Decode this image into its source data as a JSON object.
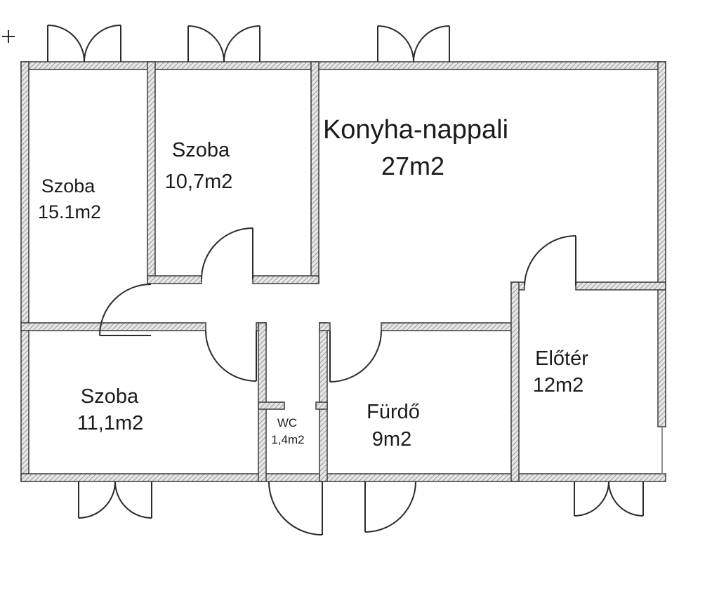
{
  "page": {
    "type": "apartment-floor-plan",
    "language": "hu"
  },
  "rooms": [
    {
      "name": "Szoba",
      "area": "15.1m2"
    },
    {
      "name": "Szoba",
      "area": "10,7m2"
    },
    {
      "name": "Konyha-nappali",
      "area": "27m2"
    },
    {
      "name": "Szoba",
      "area": "11,1m2"
    },
    {
      "name": "WC",
      "area": "1,4m2"
    },
    {
      "name": "Fürdő",
      "area": "9m2"
    },
    {
      "name": "Előtér",
      "area": "12m2"
    }
  ],
  "icons": {
    "crosshair": "+"
  },
  "colors": {
    "background": "#ffffff",
    "wall_stroke": "#3a3a3a",
    "wall_fill": "#e6e6e6",
    "hatch": "#9a9a9a",
    "line": "#2b2b2b",
    "text": "#1b1b1b"
  }
}
